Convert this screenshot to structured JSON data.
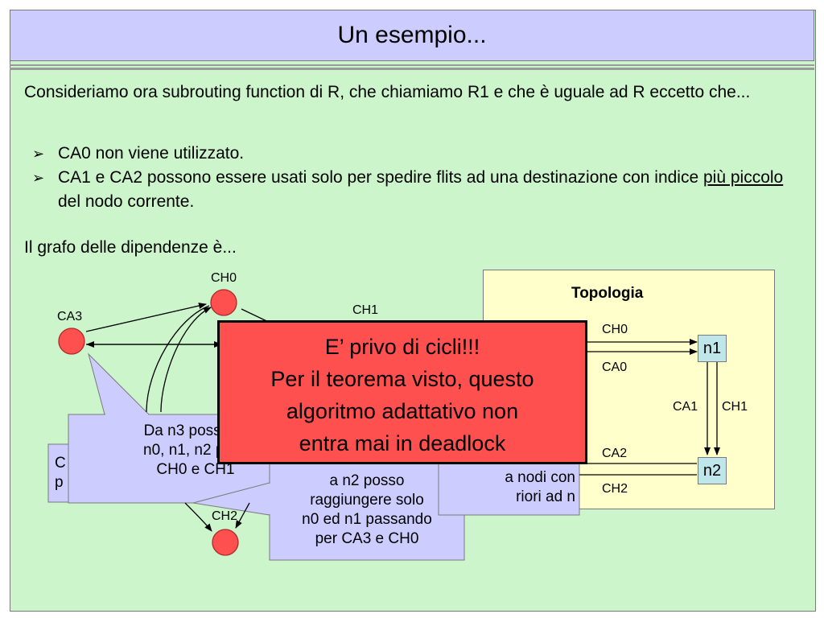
{
  "title": "Un esempio...",
  "intro": "Consideriamo ora subrouting function di R, che chiamiamo R1 e che è uguale ad R eccetto che...",
  "bullets": {
    "b1": "CA0 non viene utilizzato.",
    "b2_pre": "CA1 e CA2 possono essere usati solo per spedire flits ad una destinazione con indice ",
    "b2_under": "più piccolo",
    "b2_post": " del nodo corrente.",
    "marker": "➢"
  },
  "graph_intro": "Il grafo delle dipendenze è...",
  "graph": {
    "ch0": "CH0",
    "ca3": "CA3",
    "ch1": "CH1",
    "ch2": "CH2"
  },
  "topology": {
    "title": "Topologia",
    "n1": "n1",
    "n2": "n2",
    "ch0": "CH0",
    "ca0": "CA0",
    "ca1": "CA1",
    "ch1": "CH1",
    "ca2": "CA2",
    "ch2": "CH2"
  },
  "callouts": {
    "far_left": "C\np",
    "n3": "Da n3 posso ra\nn0, n1, n2 pass\nCH0 e CH1",
    "n2": "a n2 posso\nraggiungere solo\nn0 ed n1 passando\nper CA3 e CH0",
    "right": "a nodi con\nriori ad n"
  },
  "conclusion": {
    "l1": "E’ privo di cicli!!!",
    "l2": "Per il teorema visto, questo",
    "l3": "algoritmo adattativo non",
    "l4": "entra mai in deadlock"
  },
  "colors": {
    "slide_bg": "#ccf5cc",
    "title_bg": "#ccccff",
    "node_fill": "#ff5050",
    "conclusion_bg": "#ff5050",
    "callout_bg": "#ccccff",
    "topology_bg": "#ffffcc",
    "router_box": "#bfe6ea"
  }
}
